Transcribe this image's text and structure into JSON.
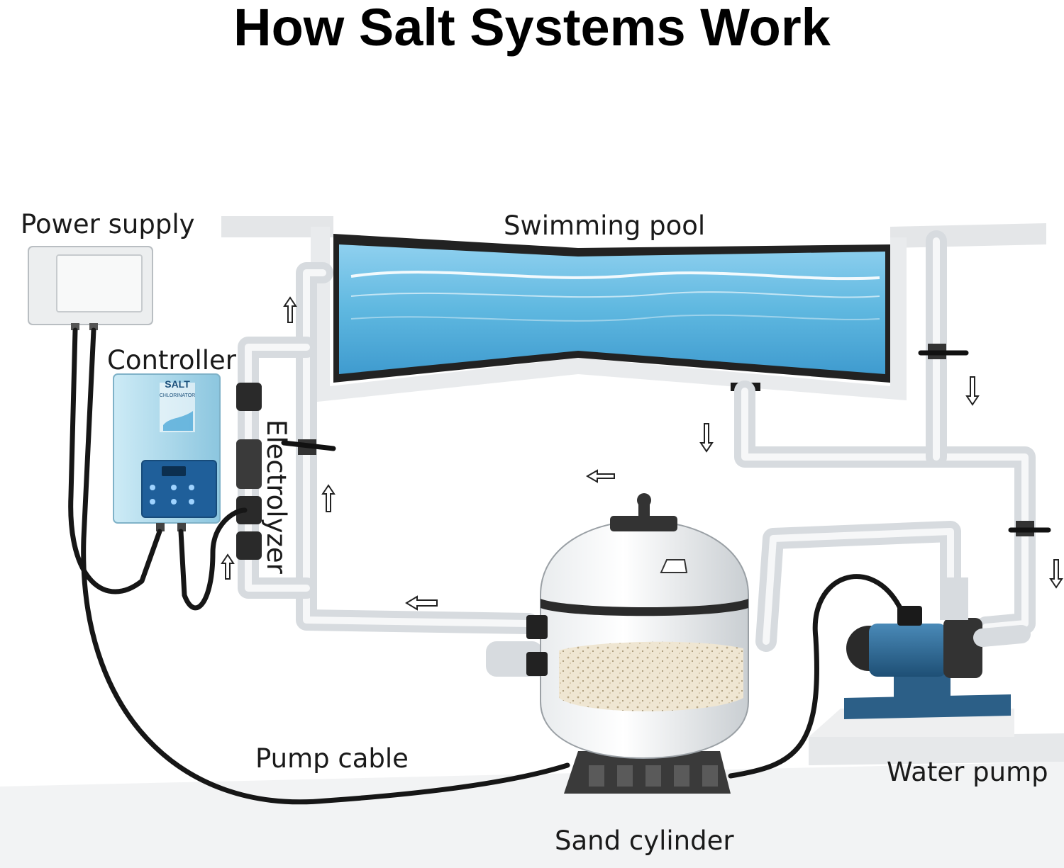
{
  "title": "How Salt Systems Work",
  "labels": {
    "power_supply": "Power supply",
    "swimming_pool": "Swimming pool",
    "controller": "Controller",
    "electrolyzer": "Electrolyzer",
    "pump_cable": "Pump cable",
    "water_pump": "Water pump",
    "sand_cylinder": "Sand cylinder"
  },
  "controller_panel": {
    "brand": "SALT",
    "sub": "CHLORINATOR"
  },
  "colors": {
    "water": "#5fb8e0",
    "controller_body": "#a9d8ea",
    "controller_panel": "#1f5f9a",
    "pump_motor": "#2c6a95",
    "pipe": "#d7dbdf",
    "cable": "#161616",
    "sand": "#efe6d2"
  }
}
